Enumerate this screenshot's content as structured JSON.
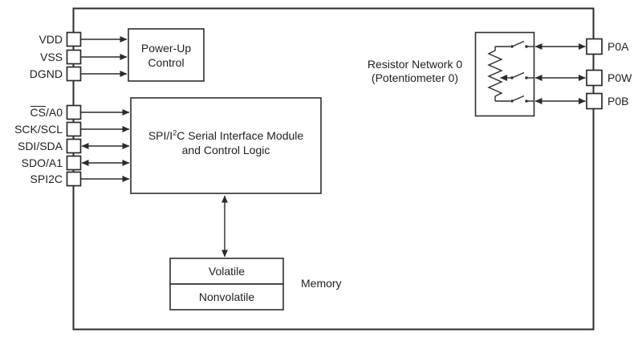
{
  "blocks": {
    "power_up": {
      "line1": "Power-Up",
      "line2": "Control"
    },
    "serial_interface": {
      "line1_pre": "SPI/I",
      "line1_sup": "2",
      "line1_post": "C Serial Interface Module",
      "line2": "and Control Logic"
    },
    "memory": {
      "label": "Memory",
      "volatile": "Volatile",
      "nonvolatile": "Nonvolatile"
    },
    "resistor_network": {
      "line1": "Resistor Network 0",
      "line2": "(Potentiometer 0)"
    }
  },
  "pins": {
    "left": [
      {
        "label": "VDD",
        "direction": "in"
      },
      {
        "label": "VSS",
        "direction": "in"
      },
      {
        "label": "DGND",
        "direction": "in"
      },
      {
        "overline": "CS",
        "rest": "/A0",
        "direction": "in"
      },
      {
        "label": "SCK/SCL",
        "direction": "in"
      },
      {
        "label": "SDI/SDA",
        "direction": "bidirectional"
      },
      {
        "label": "SDO/A1",
        "direction": "bidirectional"
      },
      {
        "label": "SPI2C",
        "direction": "in"
      }
    ],
    "right": [
      {
        "label": "P0A",
        "direction": "bidirectional"
      },
      {
        "label": "P0W",
        "direction": "bidirectional"
      },
      {
        "label": "P0B",
        "direction": "bidirectional"
      }
    ]
  },
  "colors": {
    "line": "#2b2b2b",
    "text": "#1f1f23",
    "background": "#ffffff"
  }
}
